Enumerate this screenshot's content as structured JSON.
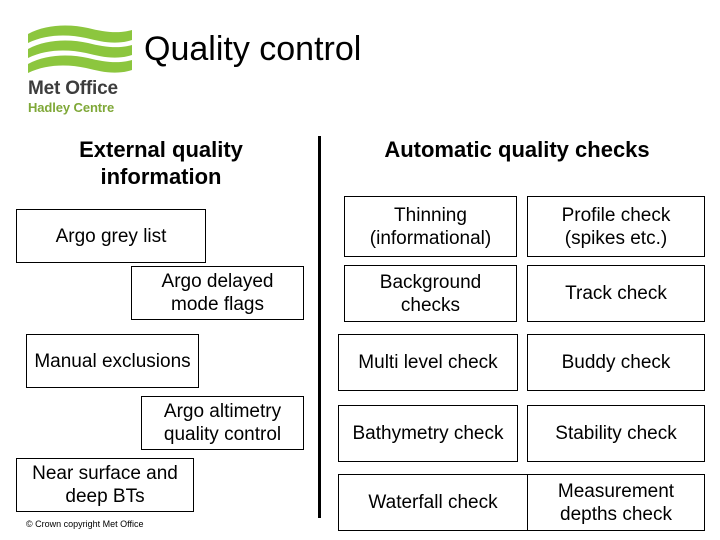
{
  "slide": {
    "title": "Quality control",
    "footer": "© Crown copyright   Met Office"
  },
  "logo": {
    "name": "Met Office",
    "subtitle": "Hadley Centre",
    "icon": "met-office-swoosh-logo",
    "green": "#8cc63e",
    "text_color": "#3d3d3d",
    "sub_color": "#7fa838"
  },
  "columns": {
    "left": {
      "heading": "External quality information",
      "items": [
        {
          "label": "Argo grey list"
        },
        {
          "label": "Argo delayed mode flags"
        },
        {
          "label": "Manual exclusions"
        },
        {
          "label": "Argo altimetry quality control"
        },
        {
          "label": "Near surface and deep BTs"
        }
      ]
    },
    "right": {
      "heading": "Automatic quality checks",
      "items": [
        {
          "label": "Thinning (informational)"
        },
        {
          "label": "Profile check (spikes etc.)"
        },
        {
          "label": "Background checks"
        },
        {
          "label": "Track check"
        },
        {
          "label": "Multi level check"
        },
        {
          "label": "Buddy check"
        },
        {
          "label": "Bathymetry check"
        },
        {
          "label": "Stability check"
        },
        {
          "label": "Waterfall check"
        },
        {
          "label": "Measurement depths check"
        }
      ]
    }
  }
}
